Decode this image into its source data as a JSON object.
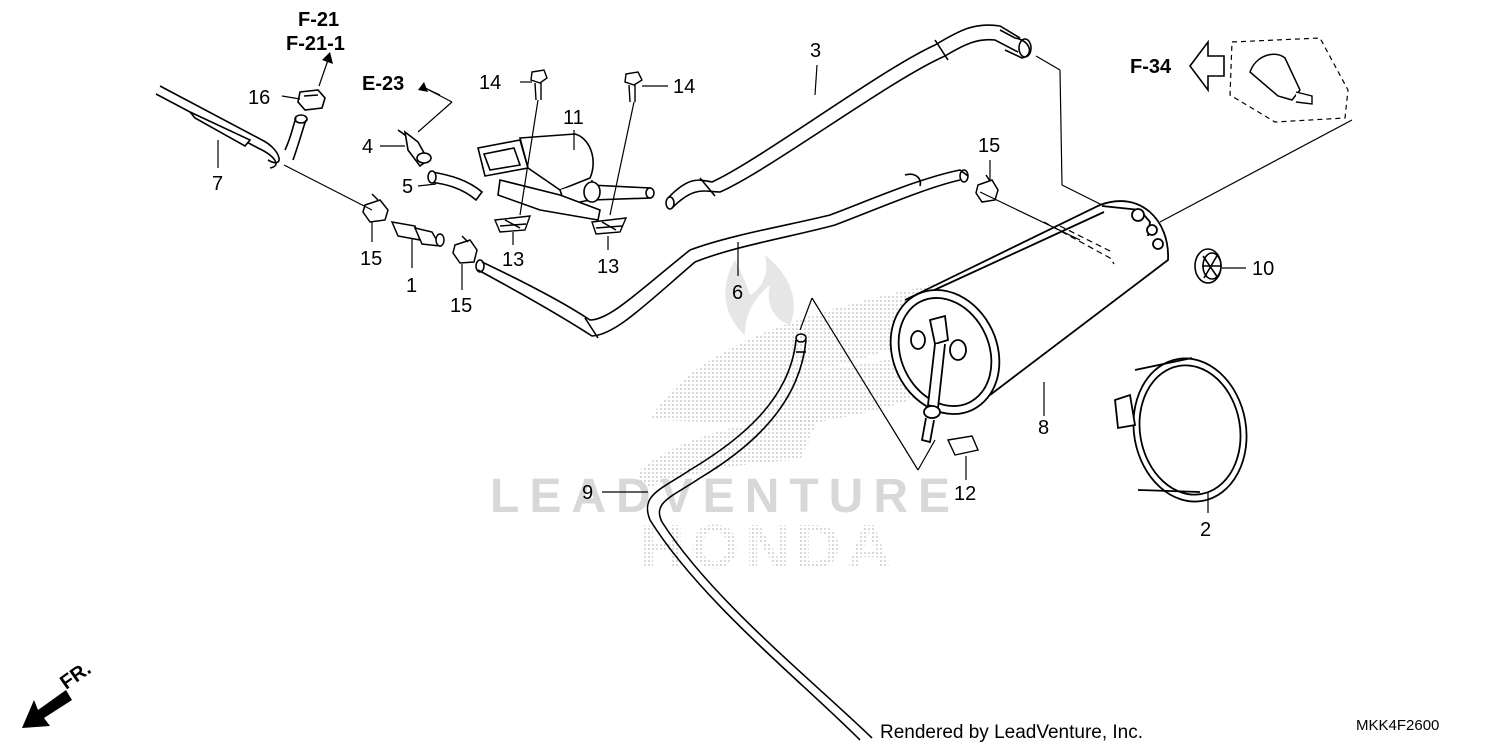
{
  "callouts": {
    "c1": "1",
    "c2": "2",
    "c3": "3",
    "c4": "4",
    "c5": "5",
    "c6": "6",
    "c7": "7",
    "c8": "8",
    "c9": "9",
    "c10": "10",
    "c11": "11",
    "c12": "12",
    "c13a": "13",
    "c13b": "13",
    "c14a": "14",
    "c14b": "14",
    "c15a": "15",
    "c15b": "15",
    "c15c": "15",
    "c16": "16"
  },
  "refs": {
    "f21": "F-21",
    "f21_1": "F-21-1",
    "e23": "E-23",
    "f34": "F-34"
  },
  "front_label": "FR.",
  "watermark": {
    "brand": "LEADVENTURE",
    "make": "HONDA"
  },
  "footer": {
    "credit": "Rendered by LeadVenture, Inc.",
    "diagram_code": "MKK4F2600"
  },
  "colors": {
    "line": "#000000",
    "watermark": "#cfcfcf"
  }
}
